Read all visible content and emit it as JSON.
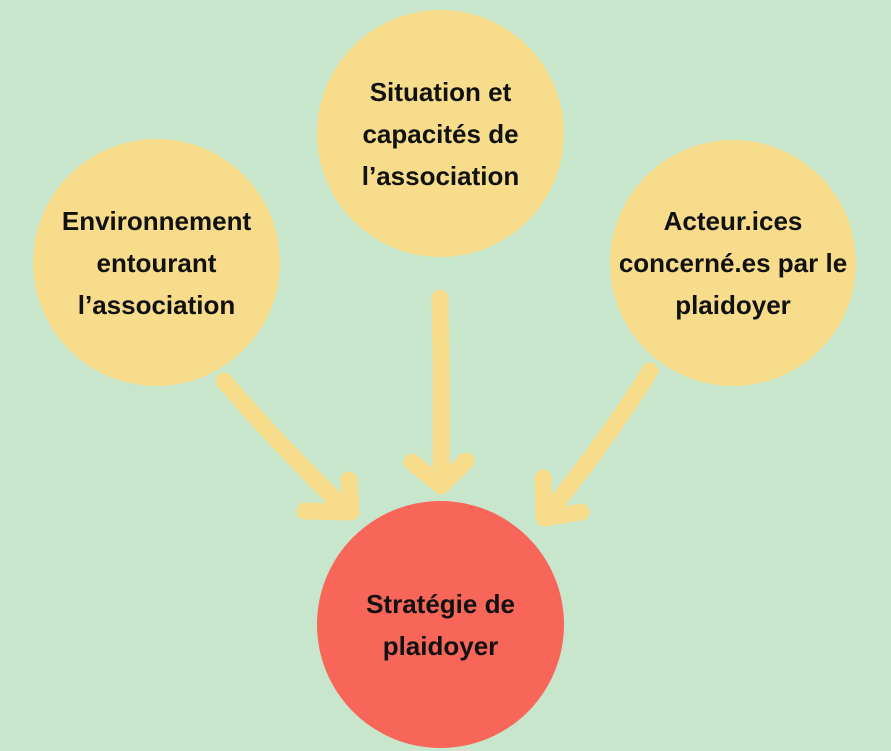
{
  "colors": {
    "background": "#c7e6cb",
    "input_node": "#f7dd8b",
    "output_node": "#f8665a",
    "arrow": "#f7dd8b",
    "text": "#111111"
  },
  "diagram": {
    "nodes": {
      "top": {
        "label": "Situation et capacités de l’association"
      },
      "left": {
        "label": "Environnement entourant l’association"
      },
      "right": {
        "label": "Acteur.ices concerné.es par le plaidoyer"
      },
      "center": {
        "label": "Stratégie de plaidoyer"
      }
    }
  }
}
